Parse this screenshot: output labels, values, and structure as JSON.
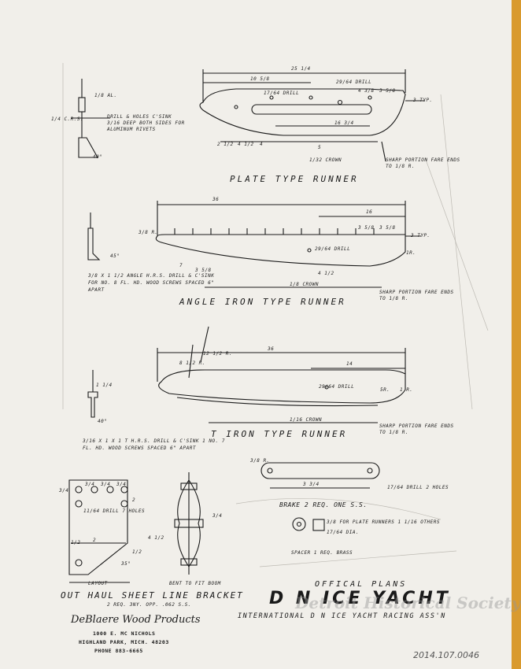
{
  "plate_runner": {
    "title": "PLATE  TYPE  RUNNER",
    "dim_total": "25 1/4",
    "dim_mid": "16 3/4",
    "dim_a": "10 5/8",
    "dim_b": "16 3/4",
    "drill": "29/64 DRILL",
    "drill2": "17/64 DRILL",
    "dim_right1": "4 3/8",
    "dim_right2": "3 5/8",
    "typ": "3 TYP.",
    "dim_bottom1": "2 1/2",
    "dim_bottom2": "4 1/2",
    "dim_bottom3": "4",
    "dim_bottom4": "5",
    "crown": "1/32 CROWN",
    "note": "SHARP PORTION FARE ENDS TO 1/8 R.",
    "drill_note": "DRILL & HOLES C'SINK 3/16 DEEP BOTH SIDES FOR ALUMINUM RIVETS",
    "crs": "1/4 C.R.S.",
    "al": "1/8 AL.",
    "angle": "40°"
  },
  "angle_runner": {
    "title": "ANGLE  IRON  TYPE  RUNNER",
    "dim_total": "36",
    "dim_right": "16",
    "dim_r1": "3 5/8",
    "dim_r2": "3 5/8",
    "r": "3/8 R.",
    "typ": "3 TYP.",
    "drill": "29/64 DRILL",
    "b1": "7",
    "b2": "3 5/8",
    "b3": "4 1/2",
    "crown": "1/8 CROWN",
    "note": "SHARP PORTION FARE ENDS TO 1/8 R.",
    "spec": "3/8 X 1 1/2 ANGLE H.R.S. DRILL & C'SINK FOR NO. 8 FL. HD. WOOD SCREWS SPACED 6\" APART",
    "angle": "45°",
    "r_end": "1R."
  },
  "t_runner": {
    "title": "T  IRON  TYPE  RUNNER",
    "dim_total": "36",
    "dim_right": "14",
    "r1": "8 1/2 R.",
    "r2": "12 1/2 R.",
    "drill": "29/64 DRILL",
    "r3": "5R.",
    "r4": "1 R.",
    "crown": "1/16 CROWN",
    "note": "SHARP PORTION FARE ENDS TO 1/8 R.",
    "spec": "3/16 X 1 X 1 T H.R.S. DRILL & C'SINK 1 NO. 7 FL. HD. WOOD SCREWS SPACED 6\" APART",
    "angle": "40°",
    "dim_v": "1 1/4"
  },
  "bracket": {
    "title": "OUT  HAUL  SHEET  LINE  BRACKET",
    "sub": "2 REQ. 3NY. OPP. .062 S.S.",
    "drill": "11/64 DRILL 7 HOLES",
    "layout": "LAYOUT",
    "bent": "BENT TO FIT BOOM",
    "angle": "35°",
    "dims": [
      "3/4",
      "3/4",
      "3/4",
      "3/4",
      "2",
      "2",
      "4 1/2",
      "1/2",
      "3/4",
      "1/2"
    ]
  },
  "brake": {
    "title": "BRAKE   2 REQ.  ONE S.S.",
    "r": "3/8 R.",
    "len": "3 3/4",
    "drill": "17/64 DRILL 2 HOLES"
  },
  "spacer": {
    "title": "SPACER   1 REQ.  BRASS",
    "note": "3/8 FOR PLATE RUNNERS 1 1/16 OTHERS",
    "dia": "17/64 DIA."
  },
  "header": {
    "official": "OFFICAL  PLANS",
    "name": "D N ICE YACHT",
    "assn": "INTERNATIONAL  D  N  ICE  YACHT  RACING  ASS'N"
  },
  "maker": {
    "name": "DeBlaere Wood Products",
    "street": "1000 E. MC NICHOLS",
    "city": "HIGHLAND PARK, MICH. 48203",
    "phone": "PHONE 883-6665"
  },
  "watermark": "Detroit Historical Society",
  "catalog": "2014.107.0046",
  "colors": {
    "paper": "#f1efea",
    "ink": "#1a1a1a",
    "edge": "#d99a2e"
  }
}
